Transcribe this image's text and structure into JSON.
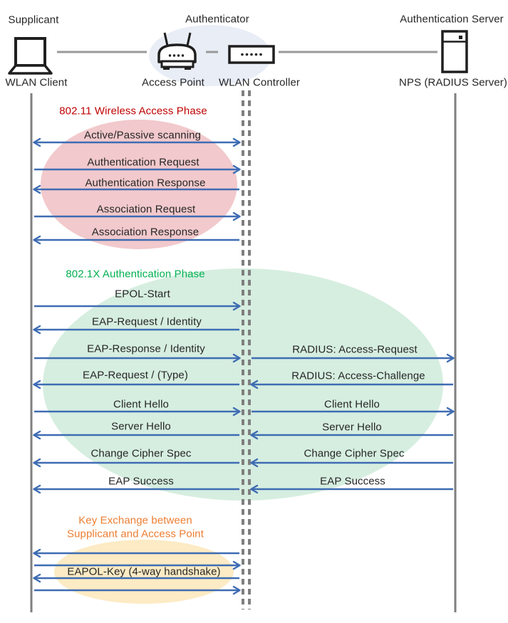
{
  "header": {
    "supplicant": "Supplicant",
    "authenticator": "Authenticator",
    "auth_server": "Authentication Server"
  },
  "actors": {
    "wlan_client": "WLAN Client",
    "access_point": "Access Point",
    "wlan_controller": "WLAN Controller",
    "nps": "NPS (RADIUS Server)"
  },
  "phases": {
    "wireless_access": {
      "title": "802.11 Wireless Access Phase",
      "title_color": "#C00000",
      "ellipse_color": "#F2C9CC",
      "messages": {
        "scanning": "Active/Passive scanning",
        "auth_request": "Authentication Request",
        "auth_response": "Authentication Response",
        "assoc_request": "Association Request",
        "assoc_response": "Association Response"
      }
    },
    "dot1x_auth": {
      "title": "802.1X Authentication Phase",
      "title_color": "#00B050",
      "ellipse_color": "#D6EEE0",
      "messages": {
        "epol_start": "EPOL-Start",
        "eap_request_identity": "EAP-Request / Identity",
        "eap_response_identity": "EAP-Response / Identity",
        "radius_access_request": "RADIUS: Access-Request",
        "eap_request_type": "EAP-Request / (Type)",
        "radius_access_challenge": "RADIUS: Access-Challenge",
        "client_hello_left": "Client Hello",
        "client_hello_right": "Client Hello",
        "server_hello_left": "Server Hello",
        "server_hello_right": "Server Hello",
        "change_cipher_left": "Change Cipher Spec",
        "change_cipher_right": "Change Cipher Spec",
        "eap_success_left": "EAP Success",
        "eap_success_right": "EAP Success"
      }
    },
    "key_exchange": {
      "title_line1": "Key Exchange between",
      "title_line2": "Supplicant and Access Point",
      "title_color": "#ED7D31",
      "ellipse_color": "#FCEBC4",
      "messages": {
        "eapol_key": "EAPOL-Key (4-way handshake)"
      }
    }
  },
  "colors": {
    "arrow_blue": "#3E6CB3",
    "lifeline_gray": "#7F7F7F",
    "authenticator_ellipse": "#E9EDF6",
    "icon_black": "#1f1f1f"
  }
}
